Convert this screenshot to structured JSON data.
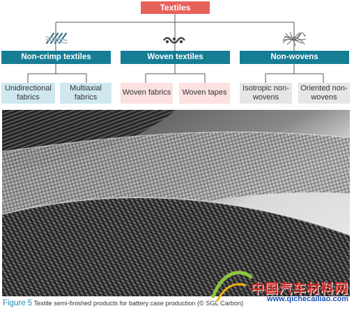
{
  "diagram": {
    "root": "Textiles",
    "categories": [
      {
        "label": "Non-crimp textiles",
        "icon": "non-crimp-fiber-icon",
        "children": [
          "Unidirectional fabrics",
          "Multiaxial fabrics"
        ]
      },
      {
        "label": "Woven textiles",
        "icon": "weave-wave-icon",
        "children": [
          "Woven fabrics",
          "Woven tapes"
        ]
      },
      {
        "label": "Non-wovens",
        "icon": "tangled-fiber-icon",
        "children": [
          "Isotropic non-wovens",
          "Oriented non-wovens"
        ]
      }
    ]
  },
  "colors": {
    "root": "#e8605a",
    "category": "#167d95",
    "caption_figure": "#1e8fb0"
  },
  "caption": {
    "figure": "Figure 5",
    "text": "Textile semi-finished products for battery case production (© SGL Carbon)"
  },
  "watermark": {
    "text": "中国汽车材料网",
    "url": "www.qichecailiao.com"
  }
}
